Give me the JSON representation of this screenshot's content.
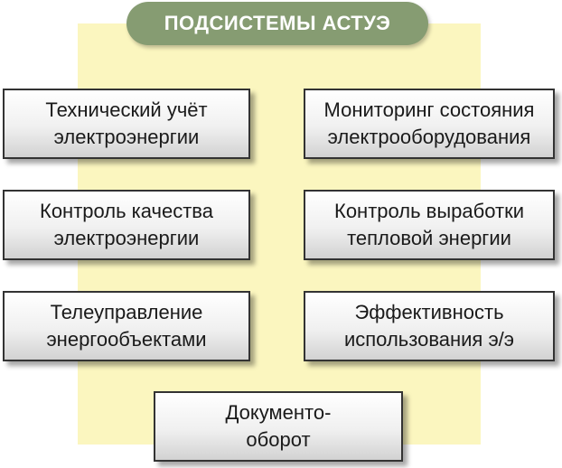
{
  "title": "ПОДСИСТЕМЫ АСТУЭ",
  "subsystems": [
    {
      "line1": "Технический учёт",
      "line2": "электроэнергии"
    },
    {
      "line1": "Мониторинг состояния",
      "line2": "электрооборудования"
    },
    {
      "line1": "Контроль качества",
      "line2": "электроэнергии"
    },
    {
      "line1": "Контроль выработки",
      "line2": "тепловой энергии"
    },
    {
      "line1": "Телеуправление",
      "line2": "энергообъектами"
    },
    {
      "line1": "Эффективность",
      "line2": "использования э/э"
    },
    {
      "line1": "Документо-",
      "line2": "оборот"
    }
  ],
  "colors": {
    "title_pill": "#869c72",
    "title_text": "#ffffff",
    "backdrop": "#fbf6bf",
    "box_border": "#333333"
  }
}
